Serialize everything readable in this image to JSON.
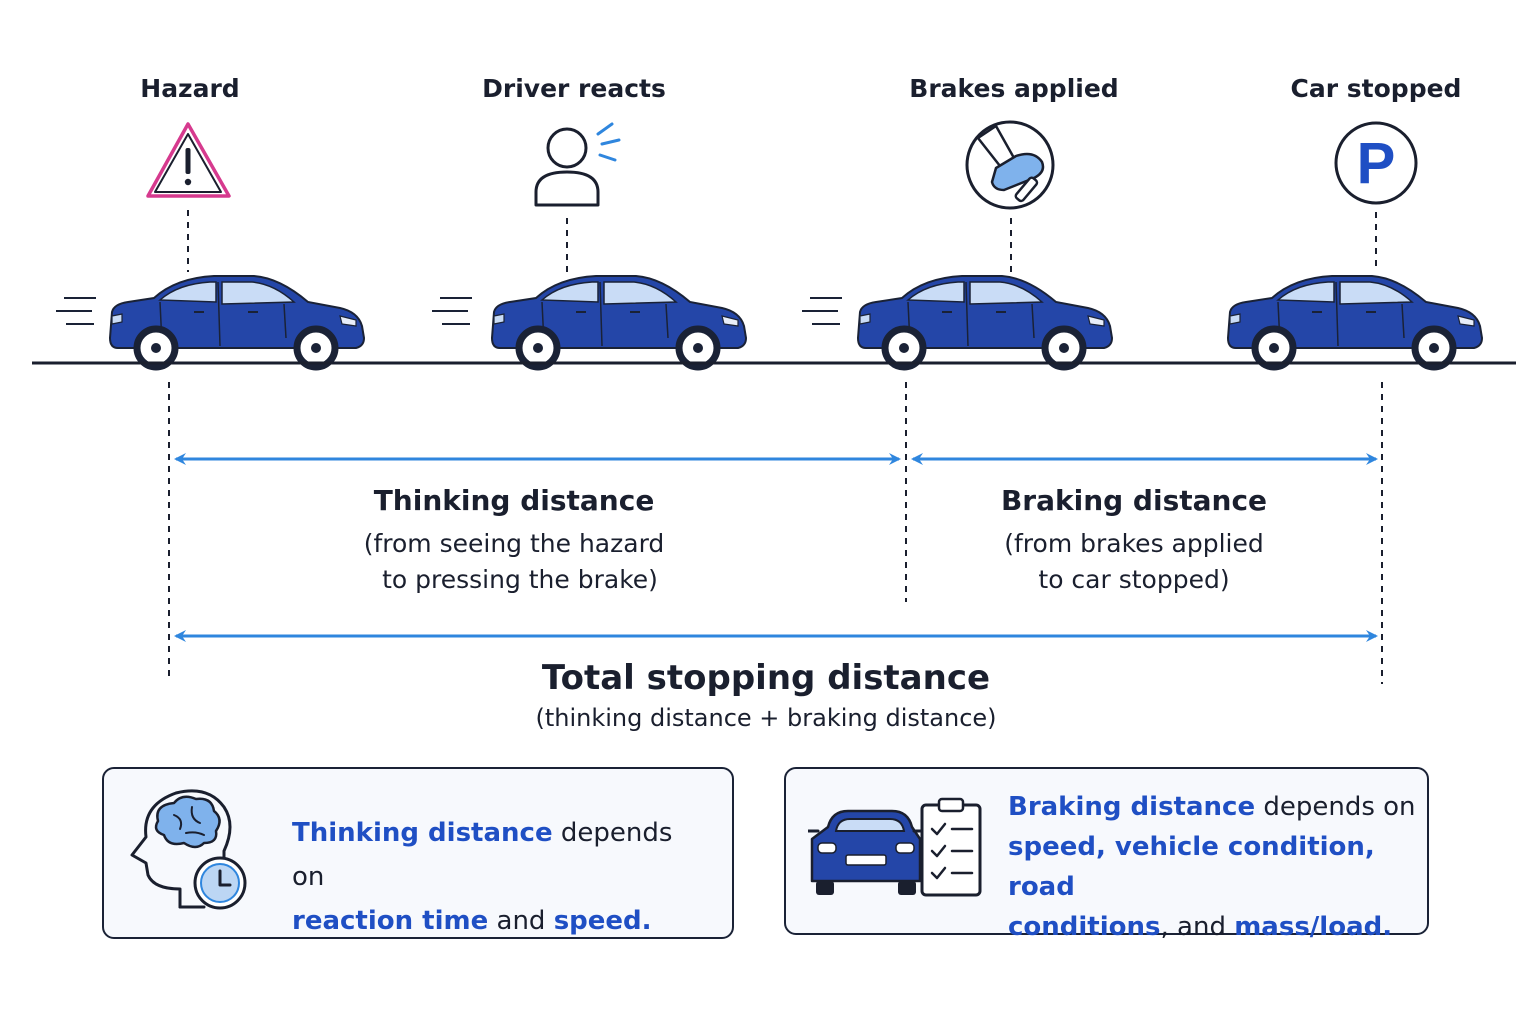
{
  "stages": {
    "hazard": "Hazard",
    "driver_reacts": "Driver reacts",
    "brakes_applied": "Brakes applied",
    "car_stopped": "Car stopped"
  },
  "icons": {
    "hazard": "warning-triangle-icon",
    "driver_reacts": "person-alert-icon",
    "brakes_applied": "foot-on-pedal-icon",
    "car_stopped": "parking-icon",
    "thinking": "head-brain-clock-icon",
    "braking": "car-checklist-icon"
  },
  "parking_letter": "P",
  "thinking": {
    "title": "Thinking distance",
    "sub_line1": "(from seeing the hazard",
    "sub_line2": "to pressing the brake)"
  },
  "braking": {
    "title": "Braking distance",
    "sub_line1": "(from brakes applied",
    "sub_line2": "to car stopped)"
  },
  "total": {
    "title": "Total stopping distance",
    "sub": "(thinking distance + braking distance)"
  },
  "info_thinking": {
    "hl1": "Thinking distance",
    "t1": " depends on",
    "hl2": "reaction time",
    "t2": " and ",
    "hl3": "speed."
  },
  "info_braking": {
    "hl1": "Braking distance",
    "t1": " depends on",
    "hl2": "speed, vehicle condition,",
    "hl3": "road conditions",
    "t2": ", and ",
    "hl4": "mass/load."
  },
  "colors": {
    "car_blue": "#2446a8",
    "accent_blue": "#1f4fc4",
    "arrow_blue": "#2f86de",
    "hazard_pink": "#d63a8e",
    "icon_light_blue": "#7fb2ec",
    "dark": "#1a1f2e"
  }
}
